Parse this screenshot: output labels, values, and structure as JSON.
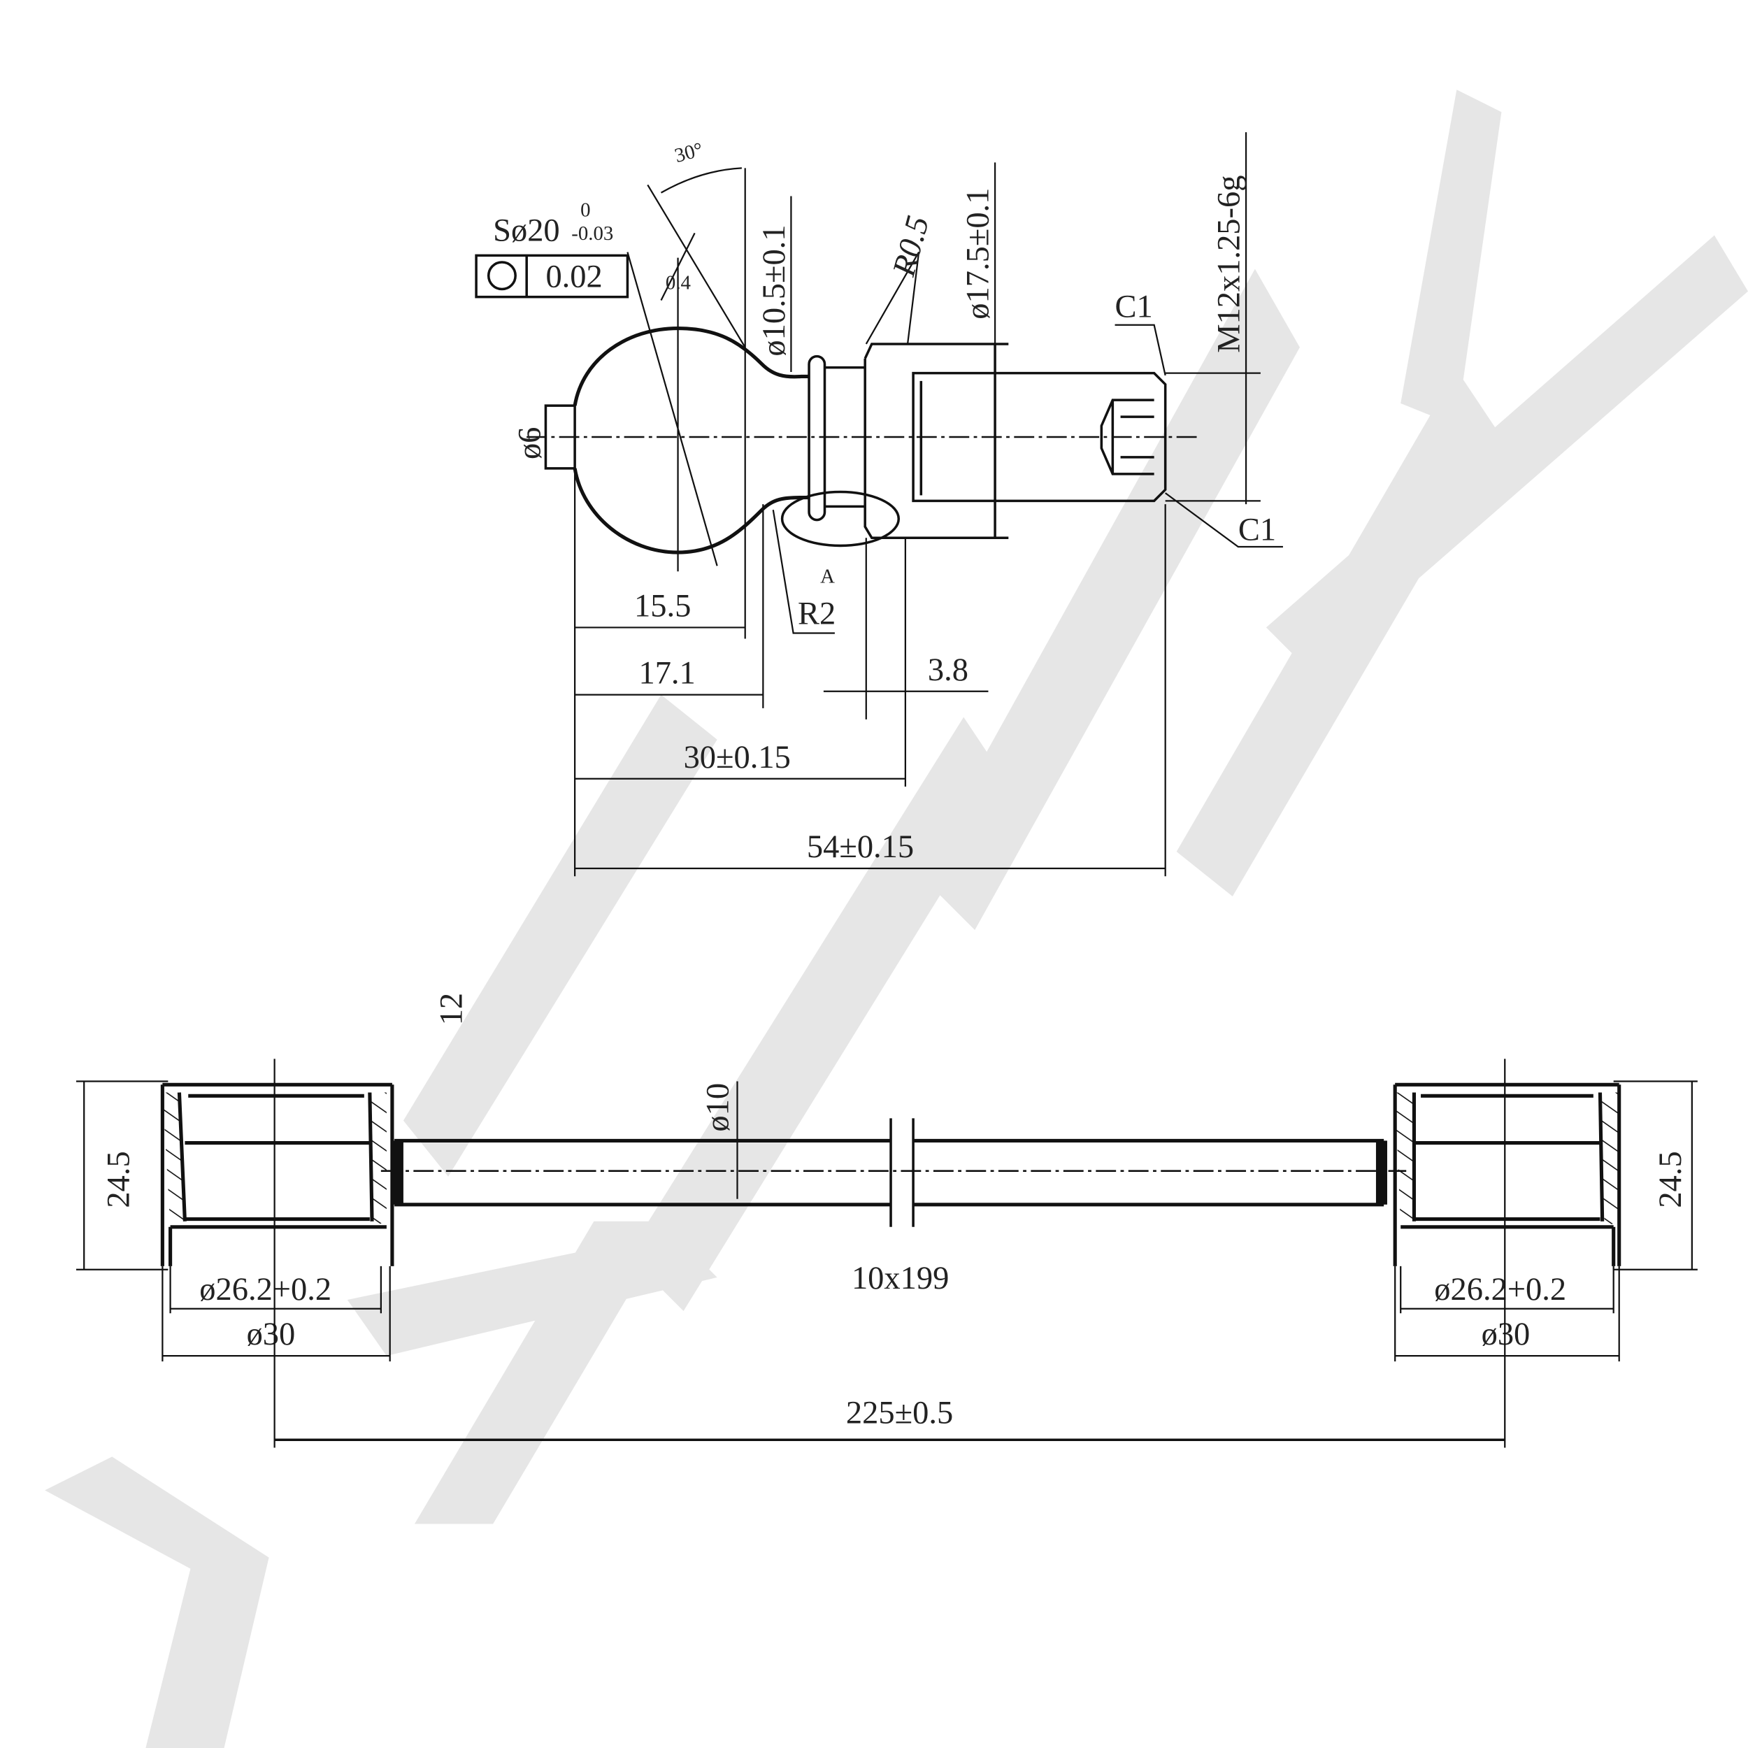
{
  "top_view": {
    "sphere_dia": "Sø20",
    "sphere_tol_upper": "0",
    "sphere_tol_lower": "-0.03",
    "roundness_tol": "0.02",
    "offset": "0.4",
    "angle": "30°",
    "neck_dia": "ø10.5±0.1",
    "fillet_small": "R0.5",
    "flange_dia": "ø17.5±0.1",
    "thread": "M12x1.25-6g",
    "chamfer_top": "C1",
    "chamfer_bottom": "C1",
    "stub_dia": "ø6",
    "detail_label": "A",
    "fillet_large": "R2",
    "dim_ball_center": "15.5",
    "dim_neck": "17.1",
    "dim_flange": "3.8",
    "dim_shoulder": "30±0.15",
    "dim_overall": "54±0.15"
  },
  "bottom_view": {
    "note_12": "12",
    "rod_dia": "ø10",
    "rod_spec": "10x199",
    "height_left": "24.5",
    "height_right": "24.5",
    "inner_dia_left": "ø26.2+0.2",
    "outer_dia_left": "ø30",
    "inner_dia_right": "ø26.2+0.2",
    "outer_dia_right": "ø30",
    "center_distance": "225±0.5"
  }
}
